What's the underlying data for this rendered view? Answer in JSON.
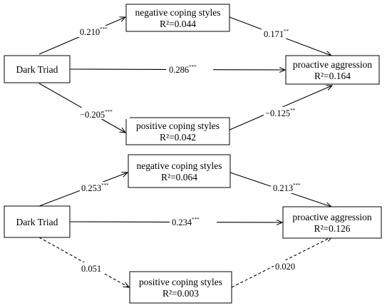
{
  "panels": [
    {
      "nodes": {
        "dark_triad": {
          "label": "Dark Triad"
        },
        "negative": {
          "label": "negative coping styles",
          "r2": "R²=0.044"
        },
        "positive": {
          "label": "positive coping styles",
          "r2": "R²=0.042"
        },
        "outcome": {
          "label": "proactive aggression",
          "r2": "R²=0.164"
        }
      },
      "paths": {
        "a_neg": {
          "value": "0.210",
          "sig": "***"
        },
        "b_neg": {
          "value": "0.171",
          "sig": "**"
        },
        "direct": {
          "value": "0.286",
          "sig": "***"
        },
        "a_pos": {
          "value": "−0.205",
          "sig": "***"
        },
        "b_pos": {
          "value": "−0.125",
          "sig": "**"
        }
      }
    },
    {
      "nodes": {
        "dark_triad": {
          "label": "Dark Triad"
        },
        "negative": {
          "label": "negative coping styles",
          "r2": "R²=0.064"
        },
        "positive": {
          "label": "positive coping styles",
          "r2": "R²=0.003"
        },
        "outcome": {
          "label": "proactive aggression",
          "r2": "R²=0.126"
        }
      },
      "paths": {
        "a_neg": {
          "value": "0.253",
          "sig": "***"
        },
        "b_neg": {
          "value": "0.213",
          "sig": "***"
        },
        "direct": {
          "value": "0.234",
          "sig": "***"
        },
        "a_pos": {
          "value": "0.051",
          "sig": ""
        },
        "b_pos": {
          "value": "0.020",
          "sig": ""
        }
      }
    }
  ]
}
